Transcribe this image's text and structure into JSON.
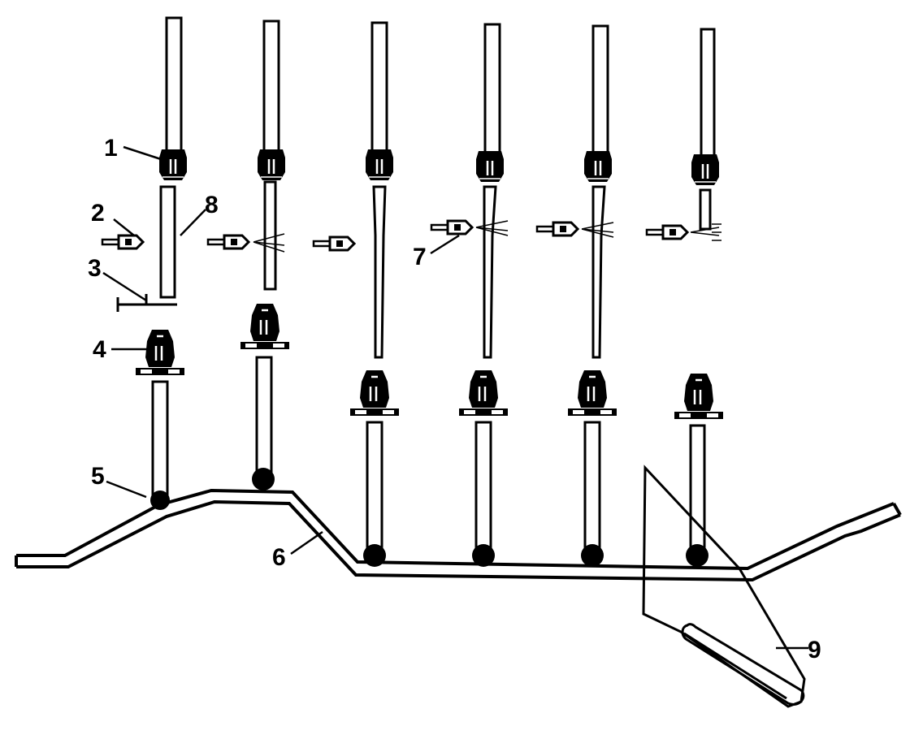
{
  "diagram": {
    "colors": {
      "ink": "#000000",
      "paper": "#ffffff"
    },
    "callouts": [
      {
        "id": "1",
        "text": "1"
      },
      {
        "id": "2",
        "text": "2"
      },
      {
        "id": "3",
        "text": "3"
      },
      {
        "id": "4",
        "text": "4"
      },
      {
        "id": "5",
        "text": "5"
      },
      {
        "id": "6",
        "text": "6"
      },
      {
        "id": "7",
        "text": "7"
      },
      {
        "id": "8",
        "text": "8"
      },
      {
        "id": "9",
        "text": "9"
      }
    ]
  }
}
